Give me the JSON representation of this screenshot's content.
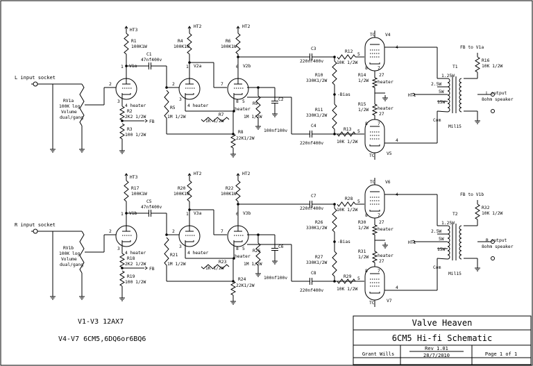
{
  "notes": {
    "line1": "V1-V3 12AX7",
    "line2": "V4-V7  6CM5,6DQ6or6BQ6"
  },
  "title_block": {
    "company": "Valve Heaven",
    "title": "6CM5 Hi-fi Schematic",
    "author": "Grant Wills",
    "rev": "Rev 1.01",
    "date": "28/7/2010",
    "page": "Page 1 of 1"
  },
  "channels": [
    {
      "input_socket": "L input socket",
      "vol_pot": [
        "RV1a",
        "100K log",
        "Volume",
        "dual/gang"
      ],
      "ht3": "HT3",
      "ht2a": "HT2",
      "ht2b": "HT2",
      "r1": [
        "R1",
        "100K1W"
      ],
      "r4": [
        "R4",
        "100K1W"
      ],
      "r6": [
        "R6",
        "100K1W"
      ],
      "c1": [
        "C1",
        "47nf400v"
      ],
      "v1": "V1a",
      "v2a": "V2a",
      "v2b": "V2b",
      "r2": [
        "R2",
        "2K2 1/2W"
      ],
      "r3": [
        "R3",
        "100 1/2W"
      ],
      "r5": [
        "R5",
        "1M 1/2W"
      ],
      "r7": [
        "R7",
        "1K 1/2W"
      ],
      "r8": [
        "R8",
        "22K1/2W"
      ],
      "r9": [
        "R9",
        "1M 1/2W"
      ],
      "c2": [
        "C2",
        "100nf100v"
      ],
      "fb": "FB",
      "c3": [
        "C3",
        "220nf400v"
      ],
      "c4": [
        "C4",
        "220nf400v"
      ],
      "r10": [
        "R10",
        "330K1/2W"
      ],
      "r11": [
        "R11",
        "330K1/2W"
      ],
      "bias": "-Bias",
      "r12": [
        "R12",
        "10K 1/2W"
      ],
      "r13": [
        "R13",
        "10K 1/2W"
      ],
      "r14": [
        "R14",
        "1/2W"
      ],
      "r15": [
        "R15",
        "1/2W"
      ],
      "ohm": "27",
      "heater": "heater",
      "vtop": "V4",
      "vbot": "V5",
      "tc": "TC",
      "ht1": "HT1",
      "tx": "T1",
      "taps": [
        "1.25W",
        "2.5W",
        "5W",
        "15W",
        "Com"
      ],
      "tx_model": "Mil15",
      "fb_to": "FB to V1a",
      "r16": [
        "R16",
        "10K 1/2W"
      ],
      "out": [
        "L output",
        "8ohm speaker"
      ]
    },
    {
      "input_socket": "R input socket",
      "vol_pot": [
        "RV1b",
        "100K log",
        "Volume",
        "dual/gang"
      ],
      "ht3": "HT3",
      "ht2a": "HT2",
      "ht2b": "HT2",
      "r1": [
        "R17",
        "100K1W"
      ],
      "r4": [
        "R20",
        "100K1W"
      ],
      "r6": [
        "R22",
        "100K1W"
      ],
      "c1": [
        "C5",
        "47nf400v"
      ],
      "v1": "V1b",
      "v2a": "V3a",
      "v2b": "V3b",
      "r2": [
        "R18",
        "2K2 1/2W"
      ],
      "r3": [
        "R19",
        "100 1/2W"
      ],
      "r5": [
        "R21",
        "1M 1/2W"
      ],
      "r7": [
        "R23",
        "1K 1/2W"
      ],
      "r8": [
        "R24",
        "22K1/2W"
      ],
      "r9": [
        "R25",
        "1M 1/2W"
      ],
      "c2": [
        "C6",
        "100nf100v"
      ],
      "fb": "FB",
      "c3": [
        "C7",
        "220nf400v"
      ],
      "c4": [
        "C8",
        "220nf400v"
      ],
      "r10": [
        "R26",
        "330K1/2W"
      ],
      "r11": [
        "R27",
        "330K1/2W"
      ],
      "bias": "-Bias",
      "r12": [
        "R28",
        "10K 1/2W"
      ],
      "r13": [
        "R29",
        "10K 1/2W"
      ],
      "r14": [
        "R30",
        "1/2W"
      ],
      "r15": [
        "R31",
        "1/2W"
      ],
      "ohm": "27",
      "heater": "heater",
      "vtop": "V6",
      "vbot": "V7",
      "tc": "TC",
      "ht1": "HT1",
      "tx": "T2",
      "taps": [
        "1.25W",
        "2.5W",
        "5W",
        "15W",
        "Com"
      ],
      "tx_model": "Mil15",
      "fb_to": "FB to V1b",
      "r16": [
        "R32",
        "10K 1/2W"
      ],
      "out": [
        "R output",
        "8ohm speaker"
      ]
    }
  ]
}
